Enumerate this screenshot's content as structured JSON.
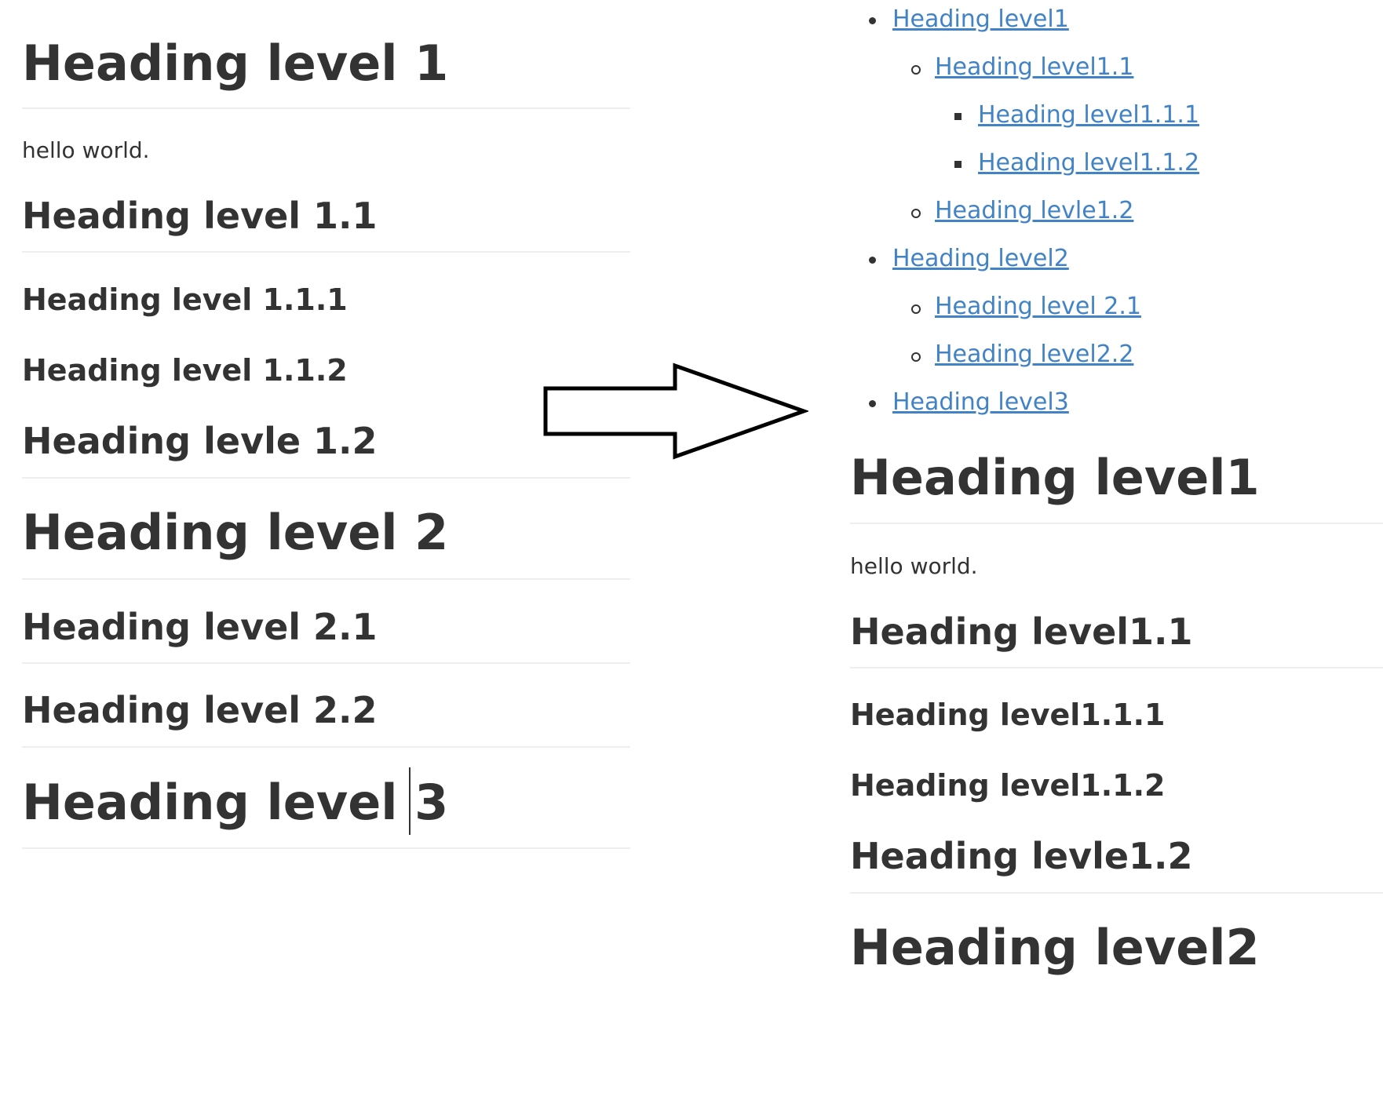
{
  "left_document": {
    "h1": "Heading level 1",
    "paragraph": "hello world.",
    "h2_1": "Heading level 1.1",
    "h3_1": "Heading level 1.1.1",
    "h3_2": "Heading level 1.1.2",
    "h2_2": "Heading levle 1.2",
    "h1_2": "Heading level 2",
    "h2_3": "Heading level 2.1",
    "h2_4": "Heading level 2.2",
    "h1_3": "Heading level 3"
  },
  "toc": {
    "items": [
      {
        "level": 1,
        "label": "Heading level1"
      },
      {
        "level": 2,
        "label": "Heading level1.1"
      },
      {
        "level": 3,
        "label": "Heading level1.1.1"
      },
      {
        "level": 3,
        "label": "Heading level1.1.2"
      },
      {
        "level": 2,
        "label": "Heading levle1.2"
      },
      {
        "level": 1,
        "label": "Heading level2"
      },
      {
        "level": 2,
        "label": "Heading level 2.1"
      },
      {
        "level": 2,
        "label": "Heading level2.2"
      },
      {
        "level": 1,
        "label": "Heading level3"
      }
    ]
  },
  "right_document": {
    "h1": "Heading level1",
    "paragraph": "hello world.",
    "h2_1": "Heading level1.1",
    "h3_1": "Heading level1.1.1",
    "h3_2": "Heading level1.1.2",
    "h2_2": "Heading levle1.2",
    "h1_2": "Heading level2"
  },
  "colors": {
    "text": "#333333",
    "link": "#4183c4",
    "rule": "#eeeeee"
  },
  "icons": {
    "arrow": "right-arrow-icon"
  }
}
